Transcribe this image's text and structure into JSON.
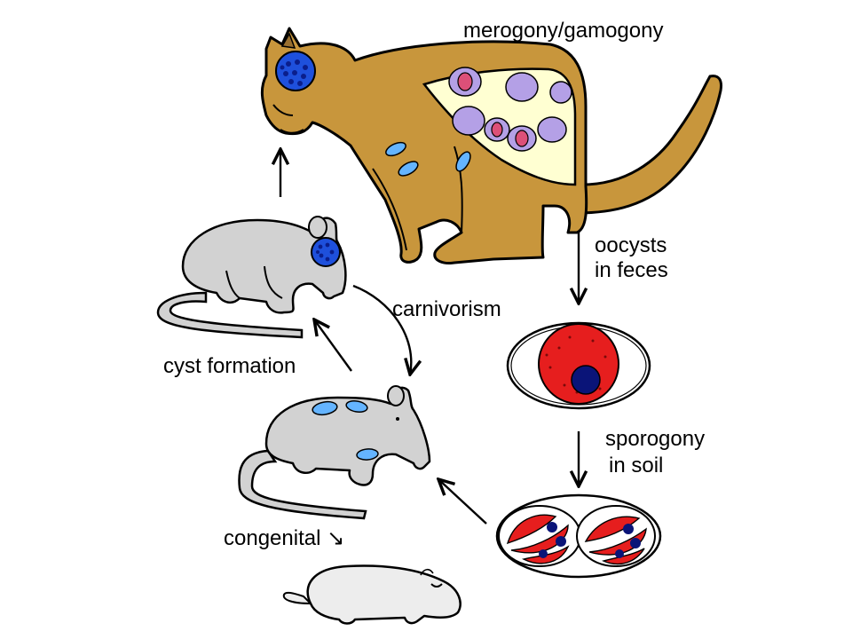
{
  "labels": {
    "merogony": "merogony/gamogony",
    "oocysts_line1": "oocysts",
    "oocysts_line2": "in feces",
    "carnivorism": "carnivorism",
    "cyst_formation": "cyst formation",
    "sporogony_line1": "sporogony",
    "sporogony_line2": "in soil",
    "congenital": "congenital ↘"
  },
  "colors": {
    "cat_body": "#c8963c",
    "cat_gut": "#ffffd2",
    "rodent": "#d2d2d2",
    "pup": "#ededed",
    "cyst": "#1e50dc",
    "cyst_dots": "#0a1e8c",
    "tachyzoite": "#64b4ff",
    "gut_cell": "#b4a0e6",
    "gamont": "#dc5078",
    "oocyst_fill": "#e61e1e",
    "oocyst_nucleus": "#0a1478"
  }
}
